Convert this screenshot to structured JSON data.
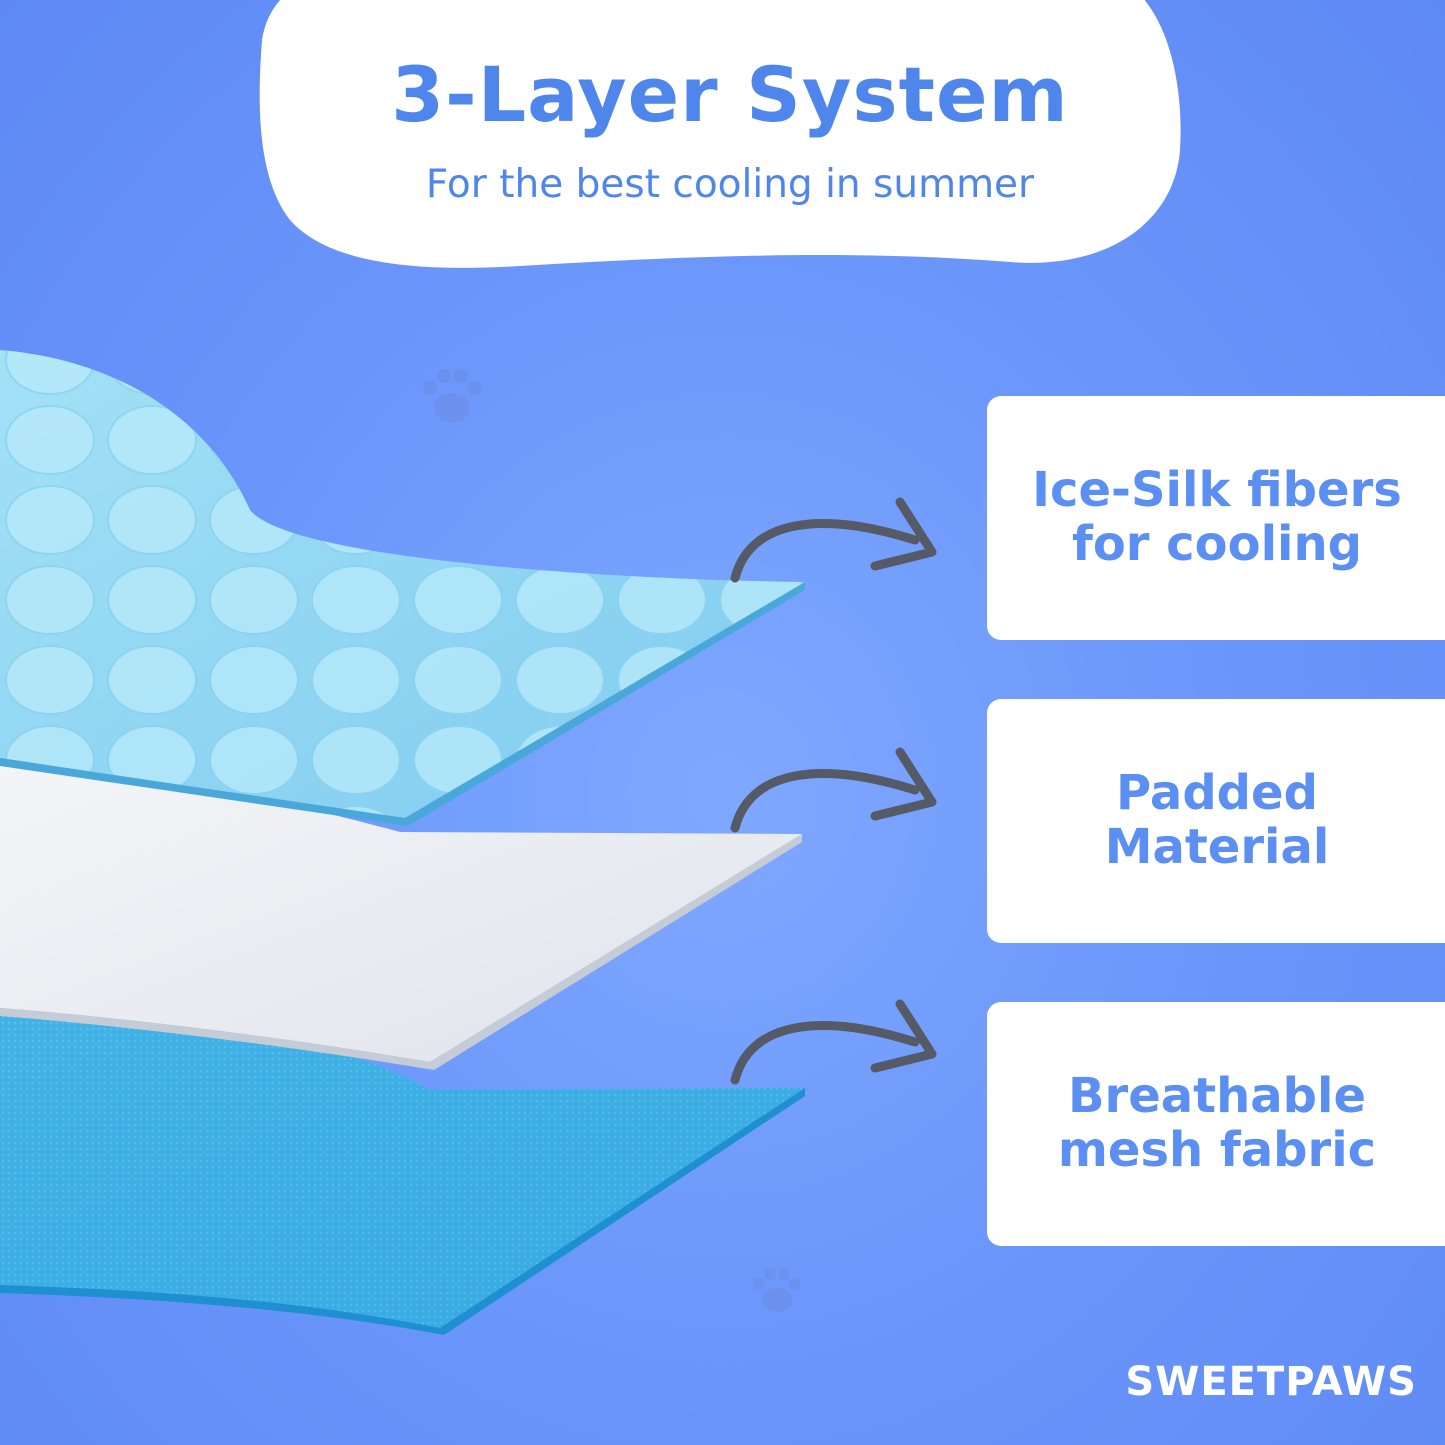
{
  "header": {
    "title": "3-Layer System",
    "subtitle": "For the best cooling in summer"
  },
  "layers": [
    {
      "label": "Ice-Silk fibers\nfor cooling"
    },
    {
      "label": "Padded\nMaterial"
    },
    {
      "label": "Breathable\nmesh fabric"
    }
  ],
  "brand": "SWEETPAWS",
  "colors": {
    "accent_text": "#4f86ec",
    "card_text": "#5b8ff2",
    "arrow": "#555a66",
    "layer_top": "#8fd6f2",
    "layer_middle": "#e8ebf0",
    "layer_bottom": "#3aaee3"
  }
}
